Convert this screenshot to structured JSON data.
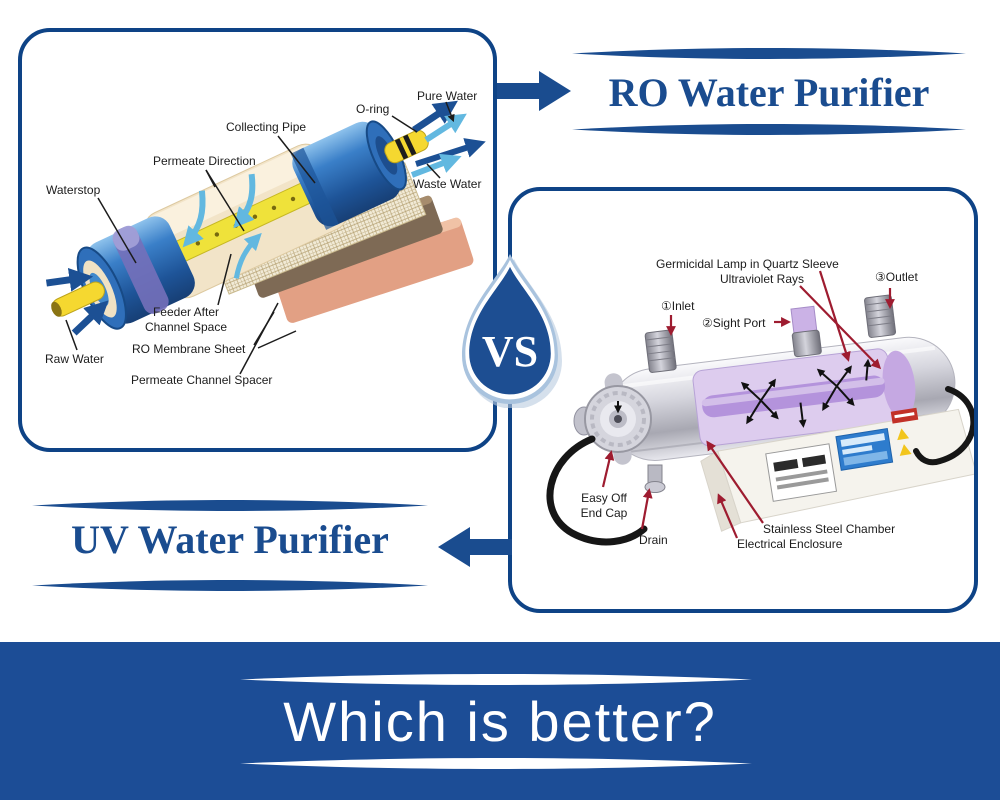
{
  "colors": {
    "primary_blue": "#1a4c8f",
    "panel_border_blue": "#0e4386",
    "band_blue": "#1c4d96",
    "drop_dark_blue": "#1d4e92",
    "drop_light_blue": "#a9c3de",
    "red_annotation": "#9e1c30",
    "label_text": "#1c1c1c"
  },
  "ro_section": {
    "title": "RO Water Purifier",
    "labels": {
      "o_ring": "O-ring",
      "pure_water": "Pure Water",
      "collecting_pipe": "Collecting Pipe",
      "permeate_direction": "Permeate Direction",
      "waterstop": "Waterstop",
      "waste_water": "Waste Water",
      "feeder_after": "Feeder After",
      "channel_space": "Channel Space",
      "ro_membrane_sheet": "RO Membrane Sheet",
      "raw_water": "Raw Water",
      "permeate_channel_spacer": "Permeate Channel Spacer"
    }
  },
  "uv_section": {
    "title": "UV Water Purifier",
    "labels": {
      "germicidal_lamp": "Germicidal Lamp in Quartz Sleeve",
      "ultraviolet_rays": "Ultraviolet Rays",
      "outlet": "③Outlet",
      "inlet": "①Inlet",
      "sight_port": "②Sight Port",
      "easy_off": "Easy Off",
      "end_cap": "End Cap",
      "drain": "Drain",
      "stainless_steel_chamber": "Stainless Steel Chamber",
      "electrical_enclosure": "Electrical Enclosure"
    }
  },
  "vs_badge": {
    "text": "VS"
  },
  "footer": {
    "question": "Which is better?"
  }
}
